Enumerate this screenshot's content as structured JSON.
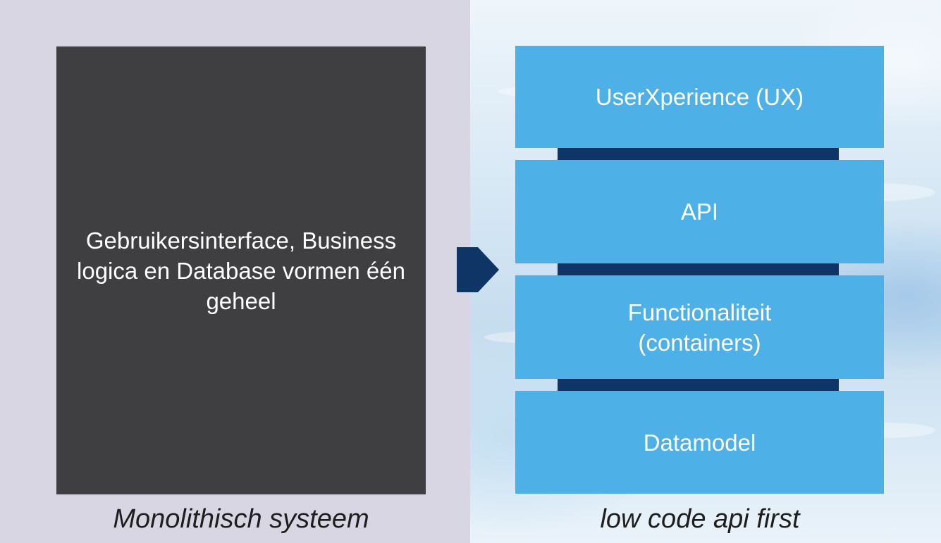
{
  "left": {
    "monolith_text": "Gebruikersinterface, Business logica en Database vormen één geheel",
    "caption": "Monolithisch systeem"
  },
  "right": {
    "layers": [
      {
        "label": "UserXperience (UX)"
      },
      {
        "label": "API"
      },
      {
        "label": "Functionaliteit (containers)"
      },
      {
        "label": "Datamodel"
      }
    ],
    "caption": "low code api first"
  },
  "colors": {
    "left_background": "#d8d6e2",
    "monolith_box": "#3f3f41",
    "layer_box": "#4db0e6",
    "connector": "#0f3567",
    "arrow": "#0f3567"
  },
  "icons": {
    "arrow": "arrow-right-icon"
  }
}
